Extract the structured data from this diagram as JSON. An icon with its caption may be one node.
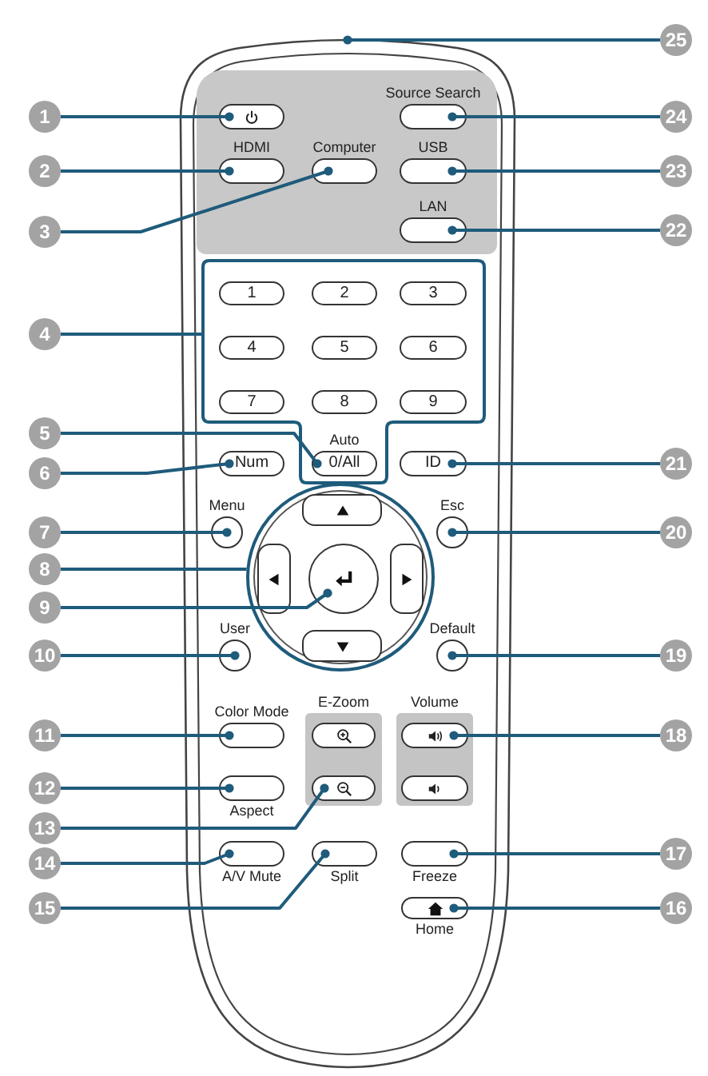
{
  "diagram": {
    "nodes": [
      {
        "text": [],
        "shape": "box"
      },
      {
        "text": [],
        "shape": "box",
        "in": 0
      },
      {
        "text": [],
        "shape": "box",
        "in": 1
      },
      {
        "text": [
          "Source Search"
        ],
        "in": 1
      },
      {
        "text": [
          "HDMI"
        ],
        "in": 1
      },
      {
        "text": [
          "Computer"
        ],
        "in": 1
      },
      {
        "text": [
          "USB"
        ],
        "in": 1
      },
      {
        "text": [
          "LAN"
        ],
        "in": 1
      },
      {
        "text": [],
        "shape": "box",
        "in": 0
      },
      {
        "text": [
          "1"
        ],
        "in": 8
      },
      {
        "text": [
          "2"
        ],
        "in": 8
      },
      {
        "text": [
          "3"
        ],
        "in": 8
      },
      {
        "text": [
          "4"
        ],
        "in": 8
      },
      {
        "text": [
          "5"
        ],
        "in": 8
      },
      {
        "text": [
          "6"
        ],
        "in": 8
      },
      {
        "text": [
          "7"
        ],
        "in": 8
      },
      {
        "text": [
          "8"
        ],
        "in": 8
      },
      {
        "text": [
          "9"
        ],
        "in": 8
      },
      {
        "text": [
          "Num"
        ],
        "in": 0
      },
      {
        "text": [
          "Auto",
          "0/All"
        ],
        "in": 8
      },
      {
        "text": [
          "ID"
        ],
        "in": 0
      },
      {
        "text": [
          "Menu"
        ],
        "in": 0
      },
      {
        "text": [
          "Esc"
        ],
        "in": 0
      },
      {
        "text": [],
        "shape": "circle",
        "in": 0
      },
      {
        "text": [],
        "shape": "box",
        "in": 23
      },
      {
        "text": [],
        "shape": "box",
        "in": 23
      },
      {
        "text": [],
        "shape": "circle",
        "in": 23
      },
      {
        "text": [],
        "shape": "box",
        "in": 23
      },
      {
        "text": [],
        "shape": "box",
        "in": 23
      },
      {
        "text": [
          "User"
        ],
        "in": 0
      },
      {
        "text": [
          "Default"
        ],
        "in": 0
      },
      {
        "text": [
          "Color Mode"
        ],
        "in": 0
      },
      {
        "text": [
          "E-Zoom"
        ],
        "in": 0
      },
      {
        "text": [],
        "shape": "box",
        "in": 32
      },
      {
        "text": [
          "Volume"
        ],
        "in": 0
      },
      {
        "text": [],
        "shape": "box",
        "in": 34
      },
      {
        "text": [
          "Aspect"
        ],
        "in": 0
      },
      {
        "text": [],
        "shape": "box",
        "in": 32
      },
      {
        "text": [],
        "shape": "box",
        "in": 34
      },
      {
        "text": [
          "A/V Mute"
        ],
        "in": 0
      },
      {
        "text": [
          "Split"
        ],
        "in": 0
      },
      {
        "text": [
          "Freeze"
        ],
        "in": 0
      },
      {
        "text": [
          "Home"
        ],
        "in": 0
      },
      {
        "text": [
          "1"
        ]
      },
      {
        "text": [
          "2"
        ]
      },
      {
        "text": [
          "3"
        ]
      },
      {
        "text": [
          "4"
        ]
      },
      {
        "text": [
          "5"
        ]
      },
      {
        "text": [
          "6"
        ]
      },
      {
        "text": [
          "7"
        ]
      },
      {
        "text": [
          "8"
        ]
      },
      {
        "text": [
          "9"
        ]
      },
      {
        "text": [
          "10"
        ]
      },
      {
        "text": [
          "11"
        ]
      },
      {
        "text": [
          "12"
        ]
      },
      {
        "text": [
          "13"
        ]
      },
      {
        "text": [
          "14"
        ]
      },
      {
        "text": [
          "15"
        ]
      },
      {
        "text": [
          "16"
        ]
      },
      {
        "text": [
          "17"
        ]
      },
      {
        "text": [
          "18"
        ]
      },
      {
        "text": [
          "19"
        ]
      },
      {
        "text": [
          "20"
        ]
      },
      {
        "text": [
          "21"
        ]
      },
      {
        "text": [
          "22"
        ]
      },
      {
        "text": [
          "23"
        ]
      },
      {
        "text": [
          "24"
        ]
      },
      {
        "text": [
          "25"
        ]
      }
    ],
    "edges": [
      {
        "from": 43,
        "to": 2,
        "arrow": "other"
      },
      {
        "from": 44,
        "to": 4,
        "arrow": "other"
      },
      {
        "from": 45,
        "to": 5,
        "arrow": "other"
      },
      {
        "from": 46,
        "to": 8,
        "arrow": "none"
      },
      {
        "from": 47,
        "to": 19,
        "arrow": "other"
      },
      {
        "from": 48,
        "to": 18,
        "arrow": "other"
      },
      {
        "from": 49,
        "to": 21,
        "arrow": "other"
      },
      {
        "from": 50,
        "to": 23,
        "arrow": "none"
      },
      {
        "from": 51,
        "to": 26,
        "arrow": "other"
      },
      {
        "from": 52,
        "to": 29,
        "arrow": "other"
      },
      {
        "from": 53,
        "to": 31,
        "arrow": "other"
      },
      {
        "from": 54,
        "to": 36,
        "arrow": "other"
      },
      {
        "from": 55,
        "to": 37,
        "arrow": "other"
      },
      {
        "from": 56,
        "to": 39,
        "arrow": "other"
      },
      {
        "from": 57,
        "to": 40,
        "arrow": "other"
      },
      {
        "from": 58,
        "to": 42,
        "arrow": "other"
      },
      {
        "from": 59,
        "to": 41,
        "arrow": "other"
      },
      {
        "from": 60,
        "to": 35,
        "arrow": "other"
      },
      {
        "from": 61,
        "to": 30,
        "arrow": "other"
      },
      {
        "from": 62,
        "to": 22,
        "arrow": "other"
      },
      {
        "from": 63,
        "to": 20,
        "arrow": "other"
      },
      {
        "from": 64,
        "to": 7,
        "arrow": "other"
      },
      {
        "from": 65,
        "to": 6,
        "arrow": "other"
      },
      {
        "from": 66,
        "to": 3,
        "arrow": "other"
      },
      {
        "from": 67,
        "to": 0,
        "arrow": "other"
      }
    ]
  }
}
